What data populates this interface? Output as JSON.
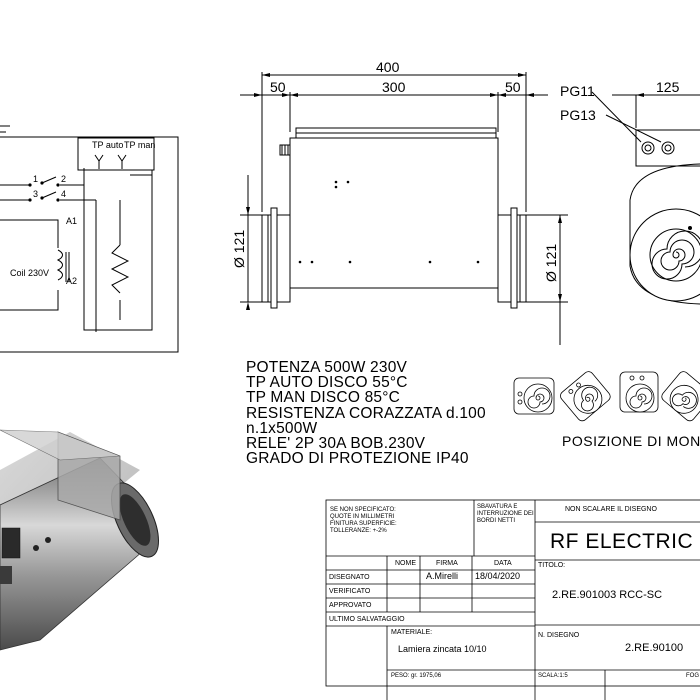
{
  "schematic": {
    "tp_auto": "TP auto",
    "tp_man": "TP man",
    "term_1": "1",
    "term_2": "2",
    "term_3": "3",
    "term_4": "4",
    "a1": "A1",
    "a2": "A2",
    "coil": "Coil 230V"
  },
  "dimensions": {
    "overall": "400",
    "left": "50",
    "middle": "300",
    "right": "50",
    "side_width": "125",
    "diam_left": "Ø 121",
    "diam_right": "Ø 121",
    "pg11": "PG11",
    "pg13": "PG13"
  },
  "specs": [
    "POTENZA 500W 230V",
    "TP AUTO DISCO 55°C",
    "TP MAN DISCO 85°C",
    "RESISTENZA CORAZZATA d.100",
    "n.1x500W",
    "RELE' 2P 30A BOB.230V",
    "GRADO DI PROTEZIONE IP40"
  ],
  "mounting_label": "POSIZIONE DI  MON",
  "title_block": {
    "spec_note": [
      "SE NON SPECIFICATO:",
      "QUOTE IN MILLIMETRI",
      "FINITURA SUPERFICIE:",
      "TOLLERANZE: +-2%"
    ],
    "deburr_note": [
      "SBAVATURA E",
      "INTERRUZIONE DEI",
      "BORDI NETTI"
    ],
    "no_scale": "NON SCALARE IL DISEGNO",
    "title_big": "RF ELECTRIC S",
    "col_nome": "NOME",
    "col_firma": "FIRMA",
    "col_data": "DATA",
    "row_disegnato": "DISEGNATO",
    "row_verificato": "VERIFICATO",
    "row_approvato": "APPROVATO",
    "row_ultimo": "ULTIMO SALVATAGGIO",
    "firma_value": "A.Mirelli",
    "data_value": "18/04/2020",
    "titolo_label": "TITOLO:",
    "titolo_value": "2.RE.901003 RCC-SC",
    "materiale_label": "MATERIALE:",
    "materiale_value": "Lamiera zincata 10/10",
    "disegno_label": "N. DISEGNO",
    "disegno_value": "2.RE.90100",
    "peso": "PESO: gr.   1975,06",
    "scala": "SCALA:1:5",
    "foglio": "FOG"
  }
}
